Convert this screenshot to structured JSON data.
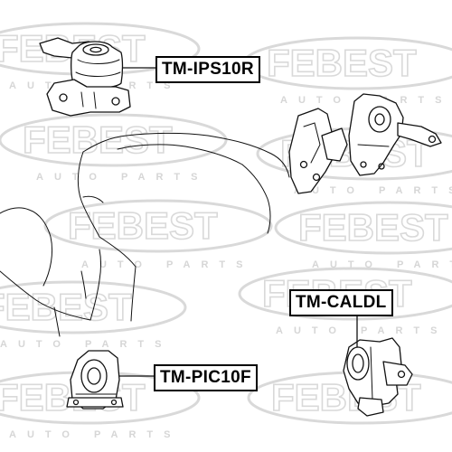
{
  "watermark": {
    "brand": "FEBEST",
    "sub": "AUTO PARTS"
  },
  "labels": {
    "ips10r": "TM-IPS10R",
    "caldl": "TM-CALDL",
    "pic10f": "TM-PIC10F"
  }
}
